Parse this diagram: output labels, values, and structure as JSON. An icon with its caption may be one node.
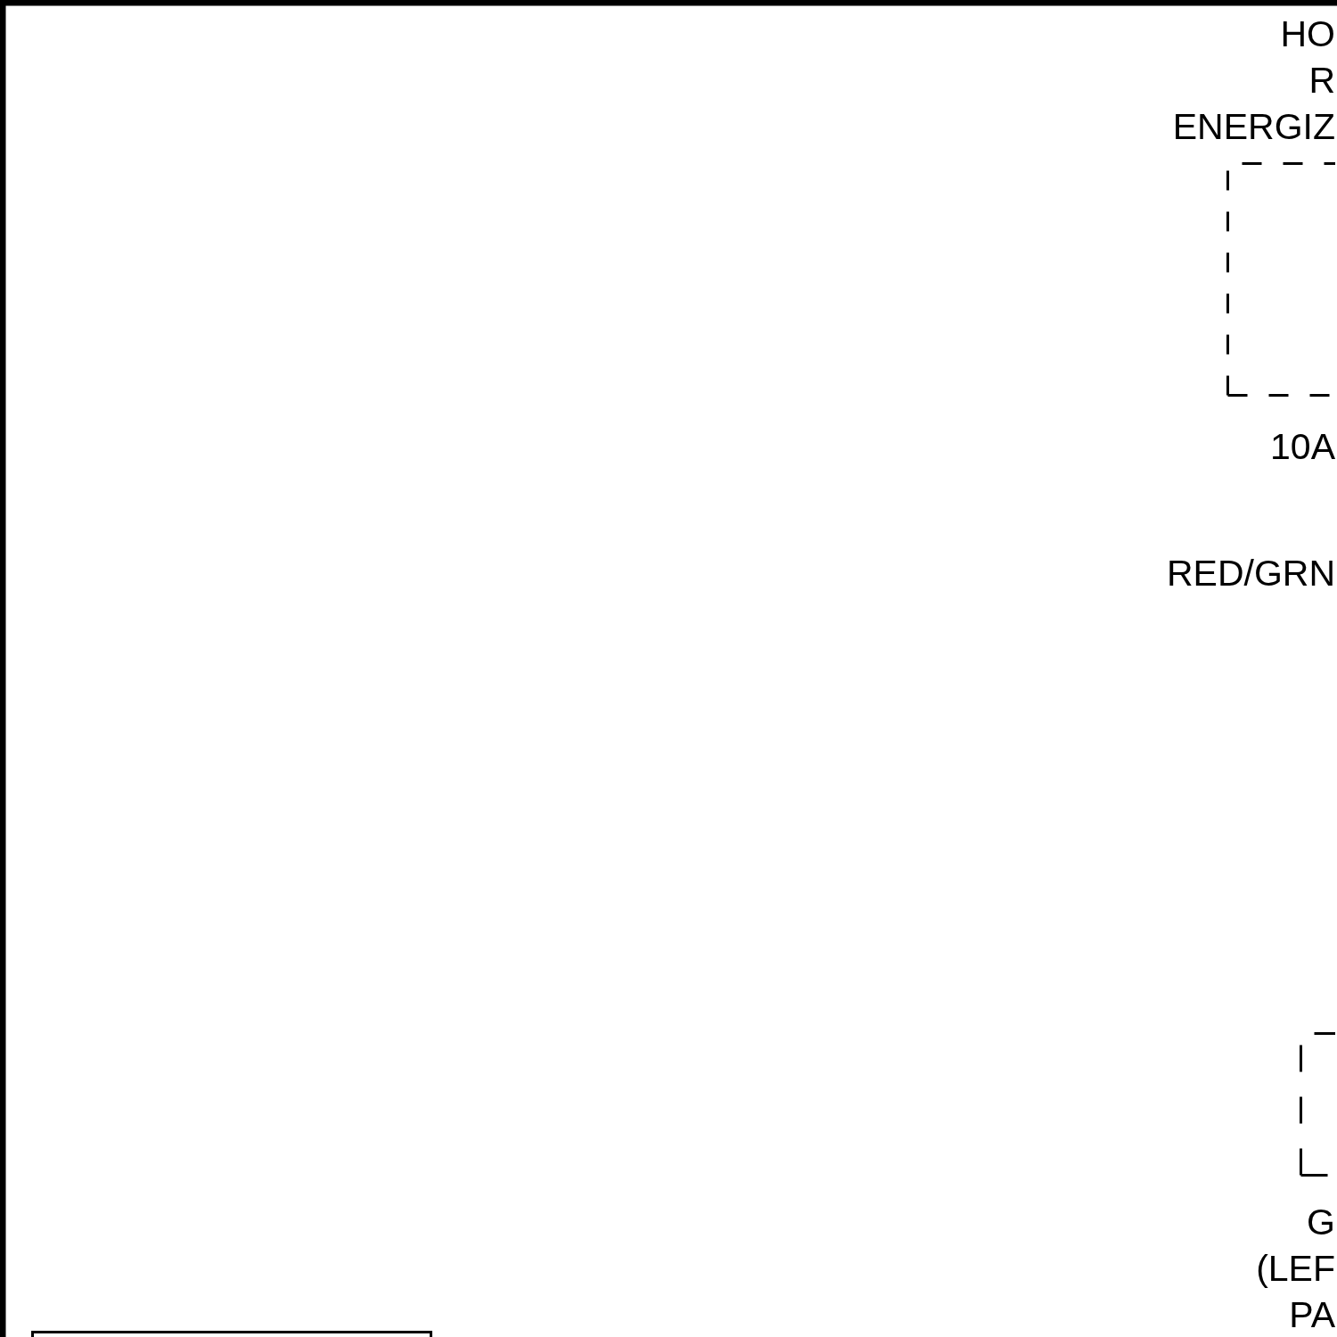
{
  "diagram": {
    "nodes": [
      {
        "text": [
          "HO R ENERGIZ"
        ]
      },
      {
        "text": [
          "G (LEF PA"
        ]
      },
      {
        "text": [],
        "shape": "box"
      }
    ],
    "edges": [],
    "labels": [
      "10A",
      "RED/GRN"
    ]
  }
}
